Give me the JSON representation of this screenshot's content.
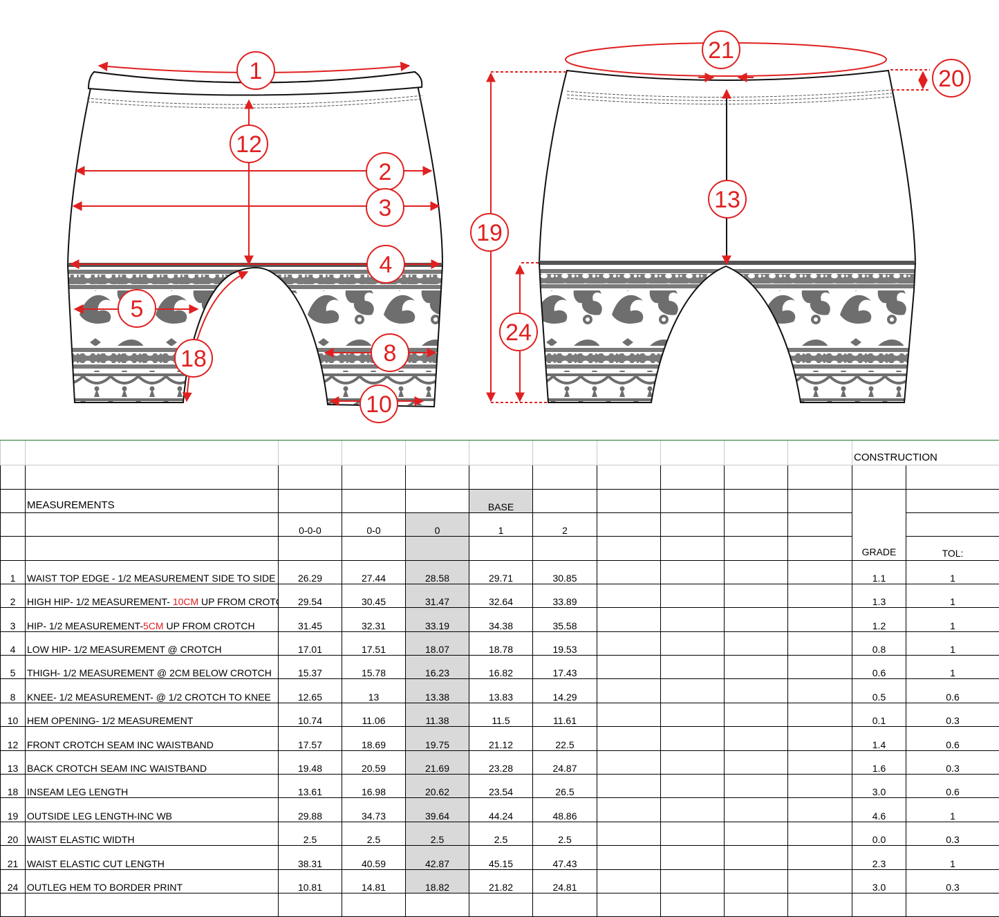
{
  "figure": {
    "callouts": [
      "1",
      "2",
      "3",
      "4",
      "5",
      "8",
      "10",
      "12",
      "13",
      "18",
      "19",
      "20",
      "21",
      "24"
    ]
  },
  "sheet": {
    "construction_label": "CONSTRUCTION",
    "measurements_label": "MEASUREMENTS",
    "base_label": "BASE",
    "sizes": [
      "0-0-0",
      "0-0",
      "0",
      "1",
      "2"
    ],
    "grade_label": "GRADE",
    "tol_label": "TOL:",
    "rows": [
      {
        "idx": "1",
        "desc_pre": "WAIST TOP EDGE - 1/2 MEASUREMENT SIDE TO SIDE",
        "desc_red": "",
        "desc_post": "",
        "v": [
          "26.29",
          "27.44",
          "28.58",
          "29.71",
          "30.85"
        ],
        "grade": "1.1",
        "tol": "1"
      },
      {
        "idx": "2",
        "desc_pre": "HIGH HIP- 1/2 MEASUREMENT- ",
        "desc_red": "10CM",
        "desc_post": " UP FROM CROTCH",
        "v": [
          "29.54",
          "30.45",
          "31.47",
          "32.64",
          "33.89"
        ],
        "grade": "1.3",
        "tol": "1"
      },
      {
        "idx": "3",
        "desc_pre": "HIP- 1/2 MEASUREMENT-",
        "desc_red": "5CM",
        "desc_post": " UP FROM CROTCH",
        "v": [
          "31.45",
          "32.31",
          "33.19",
          "34.38",
          "35.58"
        ],
        "grade": "1.2",
        "tol": "1"
      },
      {
        "idx": "4",
        "desc_pre": "LOW HIP- 1/2 MEASUREMENT @ CROTCH",
        "desc_red": "",
        "desc_post": "",
        "v": [
          "17.01",
          "17.51",
          "18.07",
          "18.78",
          "19.53"
        ],
        "grade": "0.8",
        "tol": "1"
      },
      {
        "idx": "5",
        "desc_pre": "THIGH- 1/2 MEASUREMENT @ 2CM BELOW CROTCH",
        "desc_red": "",
        "desc_post": "",
        "v": [
          "15.37",
          "15.78",
          "16.23",
          "16.82",
          "17.43"
        ],
        "grade": "0.6",
        "tol": "1"
      },
      {
        "idx": "8",
        "desc_pre": "KNEE- 1/2 MEASUREMENT- @ 1/2 CROTCH TO KNEE",
        "desc_red": "",
        "desc_post": "",
        "v": [
          "12.65",
          "13",
          "13.38",
          "13.83",
          "14.29"
        ],
        "grade": "0.5",
        "tol": "0.6"
      },
      {
        "idx": "10",
        "desc_pre": "HEM OPENING- 1/2 MEASUREMENT",
        "desc_red": "",
        "desc_post": "",
        "v": [
          "10.74",
          "11.06",
          "11.38",
          "11.5",
          "11.61"
        ],
        "grade": "0.1",
        "tol": "0.3"
      },
      {
        "idx": "12",
        "desc_pre": "FRONT CROTCH SEAM INC WAISTBAND",
        "desc_red": "",
        "desc_post": "",
        "v": [
          "17.57",
          "18.69",
          "19.75",
          "21.12",
          "22.5"
        ],
        "grade": "1.4",
        "tol": "0.6"
      },
      {
        "idx": "13",
        "desc_pre": "BACK CROTCH SEAM INC WAISTBAND",
        "desc_red": "",
        "desc_post": "",
        "v": [
          "19.48",
          "20.59",
          "21.69",
          "23.28",
          "24.87"
        ],
        "grade": "1.6",
        "tol": "0.3"
      },
      {
        "idx": "18",
        "desc_pre": "INSEAM LEG LENGTH",
        "desc_red": "",
        "desc_post": "",
        "v": [
          "13.61",
          "16.98",
          "20.62",
          "23.54",
          "26.5"
        ],
        "grade": "3.0",
        "tol": "0.6"
      },
      {
        "idx": "19",
        "desc_pre": "OUTSIDE LEG LENGTH-INC WB",
        "desc_red": "",
        "desc_post": "",
        "v": [
          "29.88",
          "34.73",
          "39.64",
          "44.24",
          "48.86"
        ],
        "grade": "4.6",
        "tol": "1"
      },
      {
        "idx": "20",
        "desc_pre": "WAIST ELASTIC WIDTH",
        "desc_red": "",
        "desc_post": "",
        "v": [
          "2.5",
          "2.5",
          "2.5",
          "2.5",
          "2.5"
        ],
        "grade": "0.0",
        "tol": "0.3"
      },
      {
        "idx": "21",
        "desc_pre": "WAIST ELASTIC CUT LENGTH",
        "desc_red": "",
        "desc_post": "",
        "v": [
          "38.31",
          "40.59",
          "42.87",
          "45.15",
          "47.43"
        ],
        "grade": "2.3",
        "tol": "1"
      },
      {
        "idx": "24",
        "desc_pre": "OUTLEG HEM TO BORDER PRINT",
        "desc_red": "",
        "desc_post": "",
        "v": [
          "10.81",
          "14.81",
          "18.82",
          "21.82",
          "24.81"
        ],
        "grade": "3.0",
        "tol": "0.3"
      }
    ]
  }
}
